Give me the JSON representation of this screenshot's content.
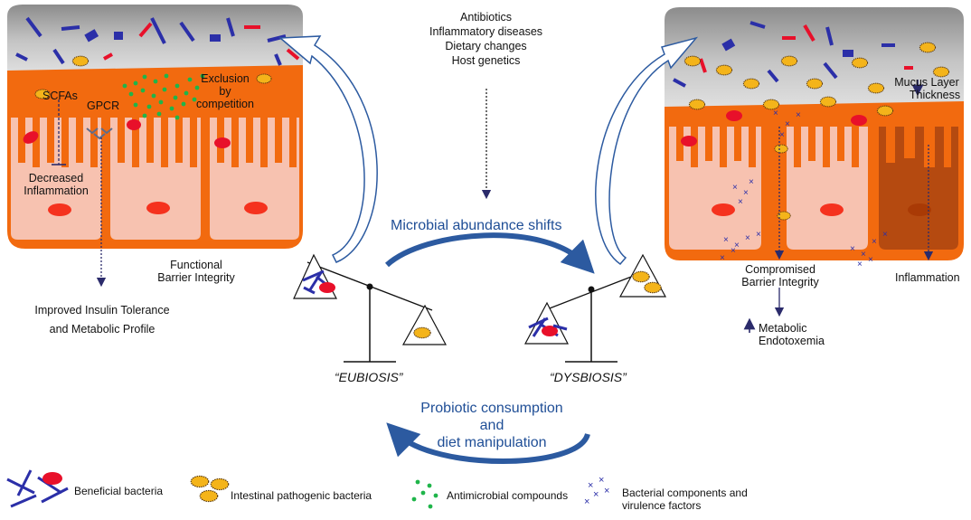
{
  "factors": [
    "Antibiotics",
    "Inflammatory diseases",
    "Dietary changes",
    "Host genetics"
  ],
  "left_panel": {
    "scfas": "SCFAs",
    "gpcr": "GPCR",
    "exclusion": [
      "Exclusion",
      "by",
      "competition"
    ],
    "decreased_inflammation": [
      "Decreased",
      "Inflammation"
    ],
    "functional_barrier": [
      "Functional",
      "Barrier Integrity"
    ],
    "insulin": [
      "Improved Insulin Tolerance",
      "and Metabolic Profile"
    ]
  },
  "right_panel": {
    "mucus": [
      "Mucus Layer",
      "Thickness"
    ],
    "compromised": [
      "Compromised",
      "Barrier Integrity"
    ],
    "inflammation": "Inflammation",
    "metabolic": [
      "Metabolic",
      "Endotoxemia"
    ]
  },
  "center": {
    "shift_label": "Microbial abundance shifts",
    "eubiosis": "“EUBIOSIS”",
    "dysbiosis": "“DYSBIOSIS”",
    "probiotic": [
      "Probiotic consumption",
      "and",
      "diet manipulation"
    ]
  },
  "legend": {
    "beneficial": "Beneficial bacteria",
    "pathogenic": "Intestinal pathogenic bacteria",
    "antimicrobial": "Antimicrobial compounds",
    "components": [
      "Bacterial components and",
      "virulence factors"
    ]
  },
  "colors": {
    "tissue_orange": "#f26a0f",
    "tissue_dark": "#c94a00",
    "cell_pink": "#f7c2b0",
    "mucus_gray": "#b9b9b9",
    "bacteria_blue": "#2b2fa8",
    "bacteria_red": "#e8102a",
    "pathogen_yellow": "#f4b41a",
    "antimicrobial_green": "#1fb54a",
    "arrow_blue": "#2c5aa0"
  }
}
